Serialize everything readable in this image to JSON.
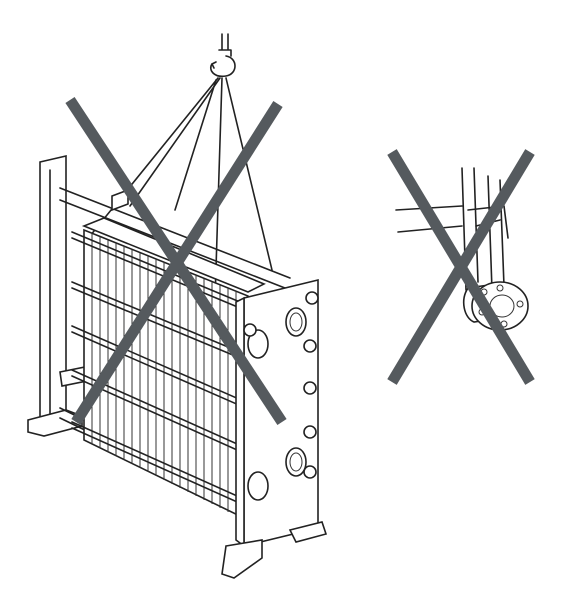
{
  "figure": {
    "panels": [
      {
        "id": "lifting-by-connections",
        "status": "prohibited",
        "mark_color": "#555a5e"
      },
      {
        "id": "lifting-by-nozzle",
        "status": "prohibited",
        "mark_color": "#555a5e"
      }
    ],
    "line_color": "#222222",
    "background": "#ffffff"
  }
}
